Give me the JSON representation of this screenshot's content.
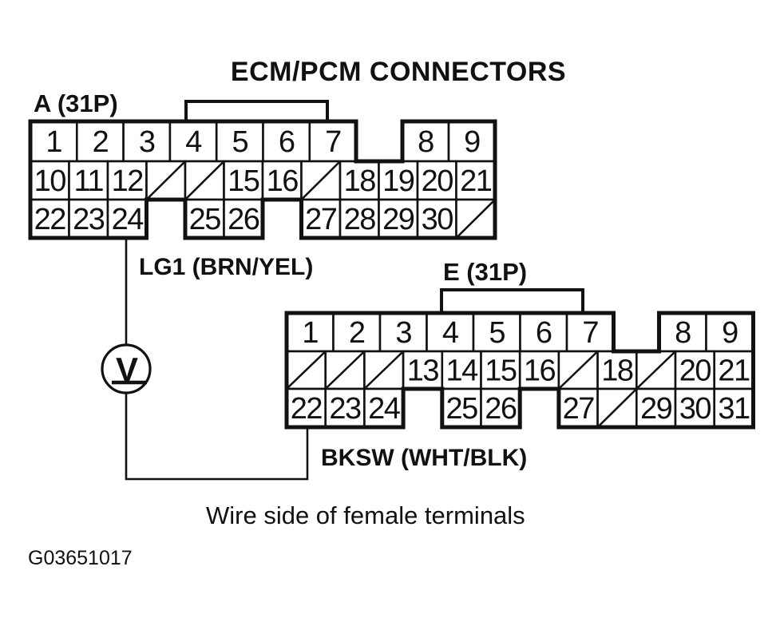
{
  "title": "ECM/PCM CONNECTORS",
  "caption": "Wire side of female terminals",
  "figure_id": "G03651017",
  "colors": {
    "ink": "#111111",
    "paper": "#ffffff"
  },
  "meter": {
    "type": "voltmeter",
    "symbol": "V"
  },
  "wires": {
    "lg1": {
      "label": "LG1 (BRN/YEL)",
      "from": "A pin 24",
      "to": "voltmeter"
    },
    "bksw": {
      "label": "BKSW (WHT/BLK)",
      "from": "voltmeter",
      "to": "E pin 22"
    }
  },
  "connectors": [
    {
      "id": "A",
      "label": "A (31P)",
      "rows": {
        "top": [
          "1",
          "2",
          "3",
          "4",
          "5",
          "6",
          "7",
          null,
          "8",
          "9"
        ],
        "middle": [
          "10",
          "11",
          "12",
          "/",
          "/",
          "15",
          "16",
          "/",
          "18",
          "19",
          "20",
          "21"
        ],
        "bottom": [
          "22",
          "23",
          "24",
          null,
          "25",
          "26",
          null,
          "27",
          "28",
          "29",
          "30",
          "/"
        ]
      }
    },
    {
      "id": "E",
      "label": "E (31P)",
      "rows": {
        "top": [
          "1",
          "2",
          "3",
          "4",
          "5",
          "6",
          "7",
          null,
          "8",
          "9"
        ],
        "middle": [
          "/",
          "/",
          "/",
          "13",
          "14",
          "15",
          "16",
          "/",
          "18",
          "/",
          "20",
          "21"
        ],
        "bottom": [
          "22",
          "23",
          "24",
          null,
          "25",
          "26",
          null,
          "27",
          "/",
          "29",
          "30",
          "31"
        ]
      }
    }
  ]
}
